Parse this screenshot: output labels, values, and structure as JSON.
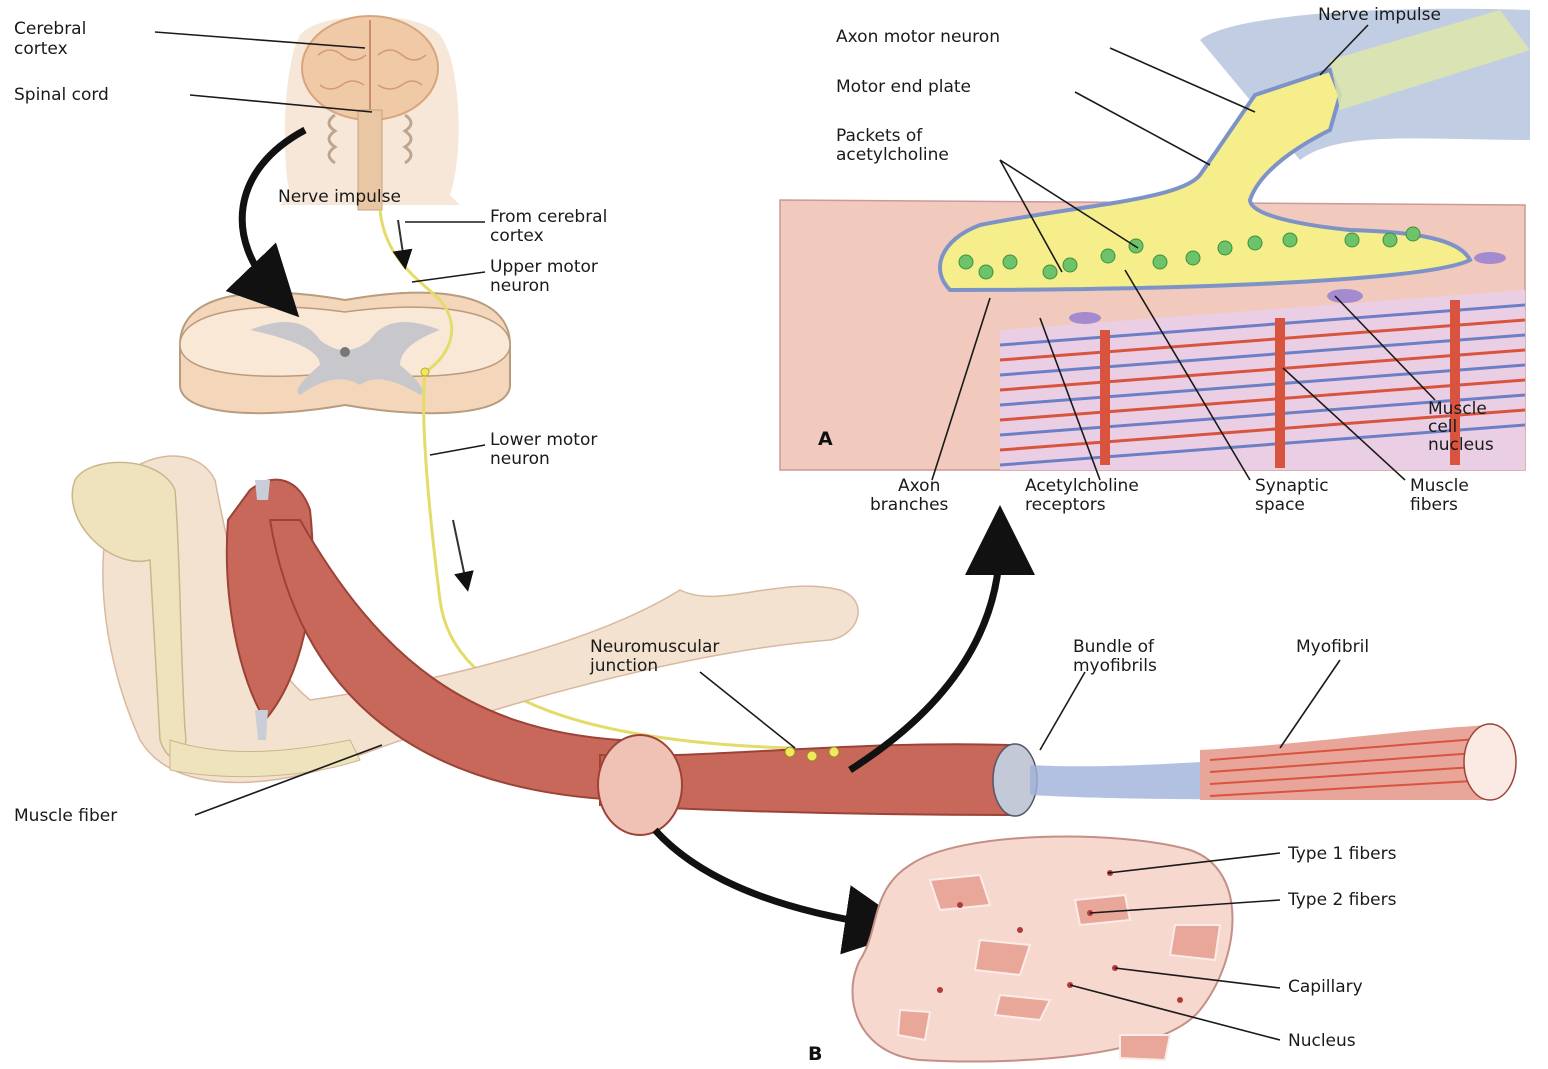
{
  "labels": {
    "cerebral_cortex": [
      "Cerebral",
      "cortex"
    ],
    "spinal_cord": "Spinal cord",
    "nerve_impulse_top": "Nerve impulse",
    "from_cerebral_cortex": [
      "From cerebral",
      "cortex"
    ],
    "upper_motor_neuron": [
      "Upper motor",
      "neuron"
    ],
    "lower_motor_neuron": [
      "Lower motor",
      "neuron"
    ],
    "muscle_fiber": "Muscle fiber",
    "neuromuscular_junction": [
      "Neuromuscular",
      "junction"
    ],
    "bundle_of_myofibrils": [
      "Bundle of",
      "myofibrils"
    ],
    "myofibril": "Myofibril",
    "nerve_impulse_a": "Nerve impulse",
    "axon_motor_neuron": "Axon motor neuron",
    "motor_end_plate": "Motor end plate",
    "packets_of_acetylcholine": [
      "Packets of",
      "acetylcholine"
    ],
    "muscle_cell_nucleus": [
      "Muscle",
      "cell",
      "nucleus"
    ],
    "axon_branches": [
      "Axon",
      "branches"
    ],
    "acetylcholine_receptors": [
      "Acetylcholine",
      "receptors"
    ],
    "synaptic_space": [
      "Synaptic",
      "space"
    ],
    "muscle_fibers": [
      "Muscle",
      "fibers"
    ],
    "type1_fibers": "Type 1 fibers",
    "type2_fibers": "Type 2 fibers",
    "capillary": "Capillary",
    "nucleus": "Nucleus",
    "panel_a": "A",
    "panel_b": "B"
  },
  "colors": {
    "skin": "#f3ddc8",
    "muscle": "#c8685a",
    "muscle_dark": "#9c4338",
    "nerve": "#e8e070",
    "axon_yellow": "#f6ee8a",
    "vesicle": "#6cc36a",
    "membrane_blue": "#7d93c7",
    "bone": "#efe3bd",
    "tissue_pink": "#f2c9bd",
    "fiber_red": "#d9543f",
    "fiber_blue": "#6d7fc4"
  }
}
